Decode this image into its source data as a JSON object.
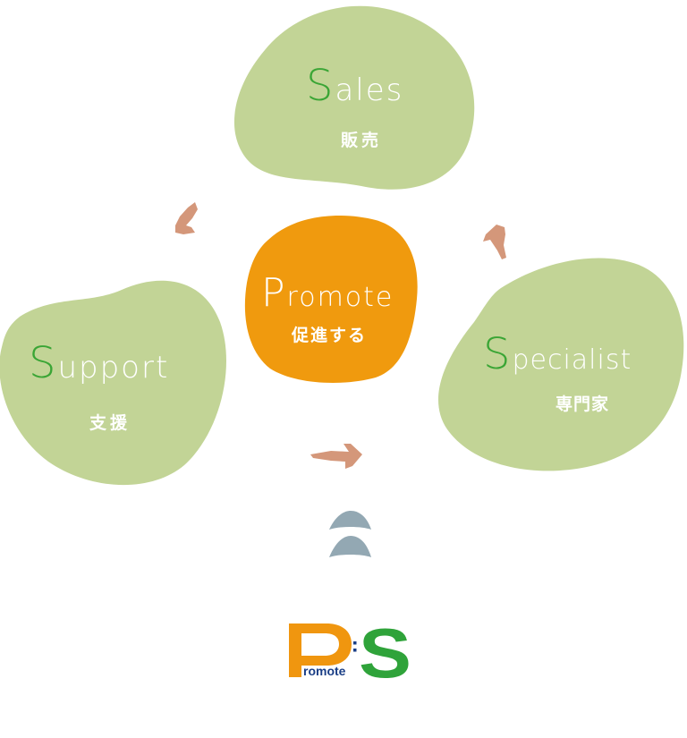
{
  "colors": {
    "blob": "#c2d496",
    "center": "#f09a0e",
    "accent_green": "#3aa535",
    "arrow": "#d4977a",
    "up_icon": "#93a8b3",
    "logo_orange": "#f0960f",
    "logo_green": "#2fa33a",
    "logo_navy": "#1a3e86"
  },
  "sales": {
    "initial": "S",
    "rest": "ales",
    "sub": "販売"
  },
  "support": {
    "initial": "S",
    "rest": "upport",
    "sub": "支援"
  },
  "specialist": {
    "initial": "S",
    "rest": "pecialist",
    "sub": "専門家"
  },
  "promote": {
    "initial": "P",
    "rest": "romote",
    "sub": "促進する"
  },
  "logo": {
    "small_text": "romote"
  },
  "icons": [
    "arrow-icon",
    "arrow-icon",
    "arrow-icon",
    "double-chevron-up-icon"
  ]
}
